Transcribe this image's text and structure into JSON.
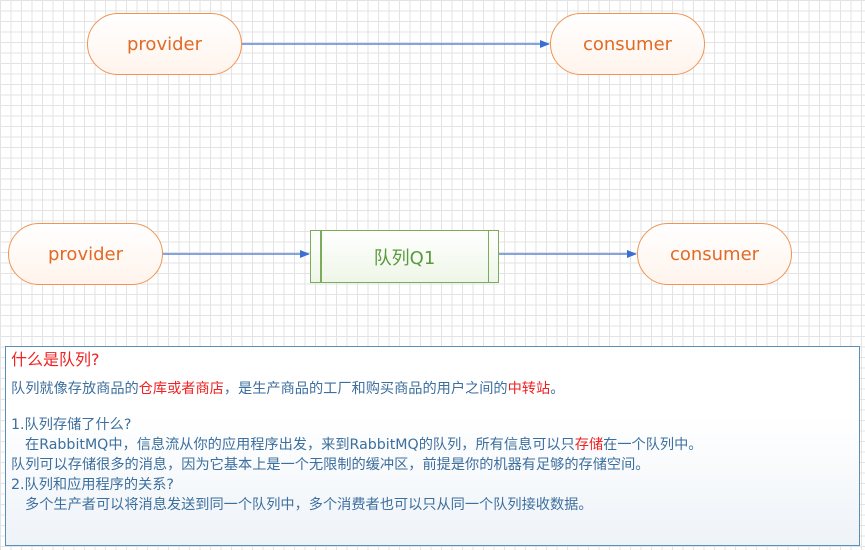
{
  "diagram": {
    "top": {
      "provider_label": "provider",
      "consumer_label": "consumer"
    },
    "bottom": {
      "provider_label": "provider",
      "queue_label": "队列Q1",
      "consumer_label": "consumer"
    }
  },
  "note": {
    "title": "什么是队列?",
    "intro": {
      "before": "队列就像存放商品的",
      "highlight1": "仓库或者商店",
      "middle": "，是生产商品的工厂和购买商品的用户之间的",
      "highlight2": "中转站",
      "after": "。"
    },
    "q1_heading": "1.队列存储了什么?",
    "q1_line1": {
      "before": "在RabbitMQ中，信息流从你的应用程序出发，来到RabbitMQ的队列，所有信息可以只",
      "highlight": "存储",
      "after": "在一个队列中。"
    },
    "q1_line2": "队列可以存储很多的消息，因为它基本上是一个无限制的缓冲区，前提是你的机器有足够的存储空间。",
    "q2_heading": "2.队列和应用程序的关系?",
    "q2_line1": "多个生产者可以将消息发送到同一个队列中，多个消费者也可以只从同一个队列接收数据。"
  },
  "colors": {
    "terminal_border": "#ee9556",
    "terminal_text": "#e06a26",
    "queue_border": "#79ad5a",
    "queue_text": "#5a9a3c",
    "arrow": "#3b6fd1",
    "note_border": "#5c8fb8",
    "note_text": "#3d6f9e",
    "highlight": "#ee2222"
  }
}
